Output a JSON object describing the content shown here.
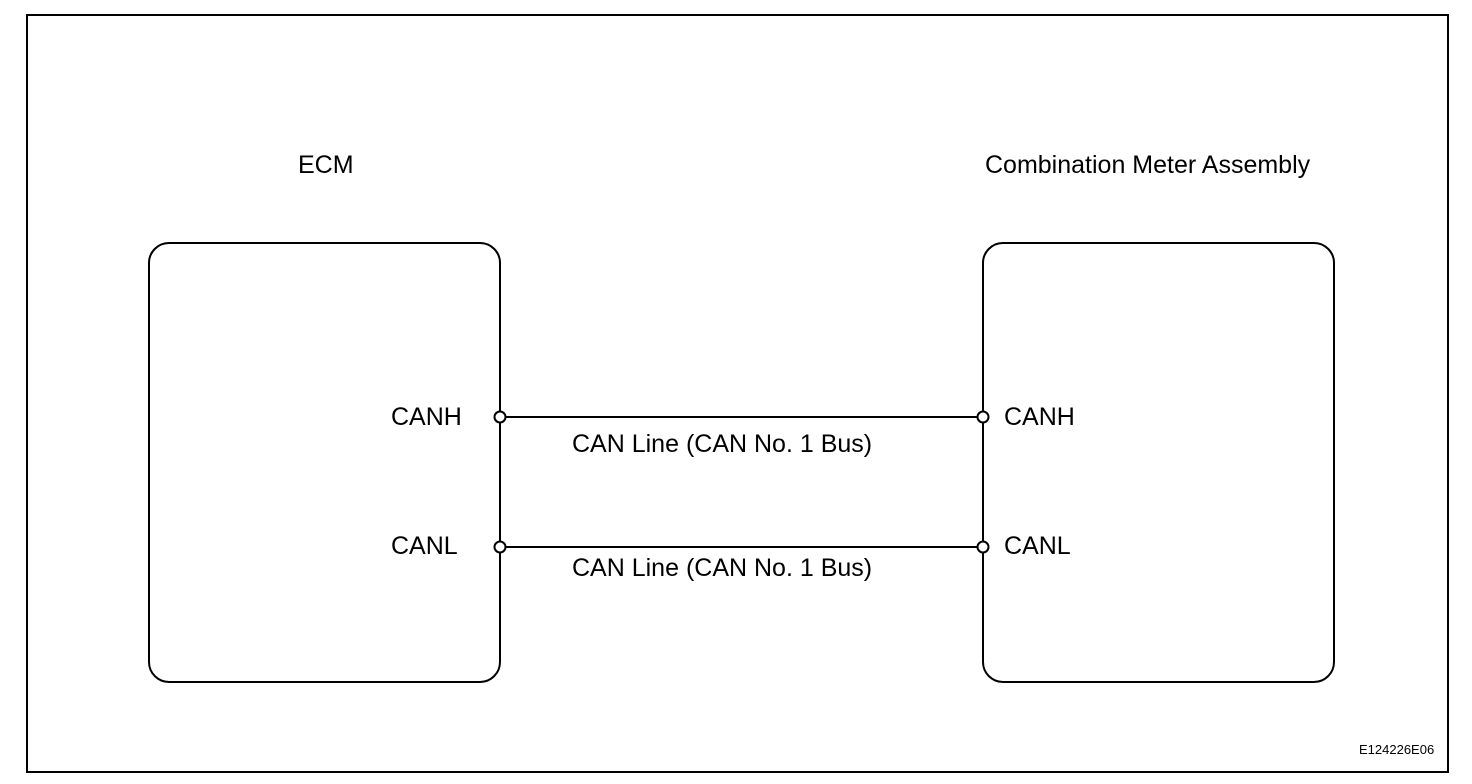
{
  "components": {
    "left": {
      "title": "ECM",
      "pin_high": "CANH",
      "pin_low": "CANL"
    },
    "right": {
      "title": "Combination Meter Assembly",
      "pin_high": "CANH",
      "pin_low": "CANL"
    }
  },
  "wires": [
    {
      "label": "CAN Line (CAN No. 1 Bus)"
    },
    {
      "label": "CAN Line (CAN No. 1 Bus)"
    }
  ],
  "figure_code": "E124226E06",
  "colors": {
    "line": "#000000",
    "background": "#ffffff"
  }
}
